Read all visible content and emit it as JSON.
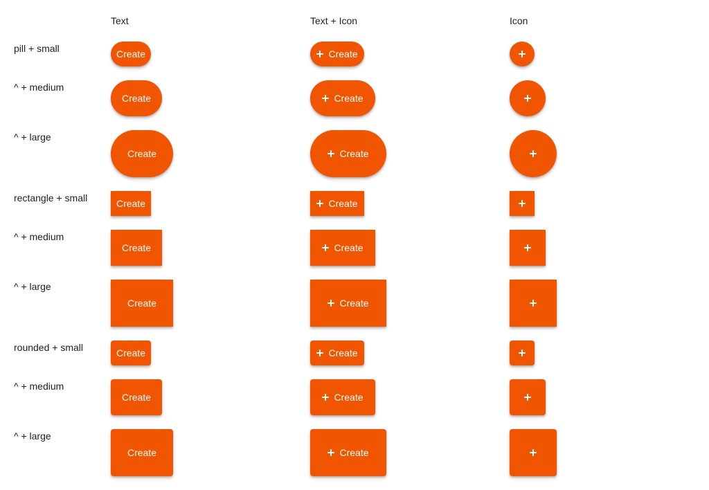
{
  "accent_color": "#f25500",
  "columns": [
    {
      "key": "text",
      "label": "Text"
    },
    {
      "key": "text-icon",
      "label": "Text + Icon"
    },
    {
      "key": "icon",
      "label": "Icon"
    }
  ],
  "button_label": "Create",
  "icon_name": "plus-icon",
  "rows": [
    {
      "label": "pill + small",
      "shape": "pill",
      "size": "small"
    },
    {
      "label": "^ + medium",
      "shape": "pill",
      "size": "medium"
    },
    {
      "label": "^ + large",
      "shape": "pill",
      "size": "large"
    },
    {
      "label": "rectangle + small",
      "shape": "rectangle",
      "size": "small"
    },
    {
      "label": "^ + medium",
      "shape": "rectangle",
      "size": "medium"
    },
    {
      "label": "^ + large",
      "shape": "rectangle",
      "size": "large"
    },
    {
      "label": "rounded + small",
      "shape": "rounded",
      "size": "small"
    },
    {
      "label": "^ + medium",
      "shape": "rounded",
      "size": "medium"
    },
    {
      "label": "^ + large",
      "shape": "rounded",
      "size": "large"
    }
  ]
}
